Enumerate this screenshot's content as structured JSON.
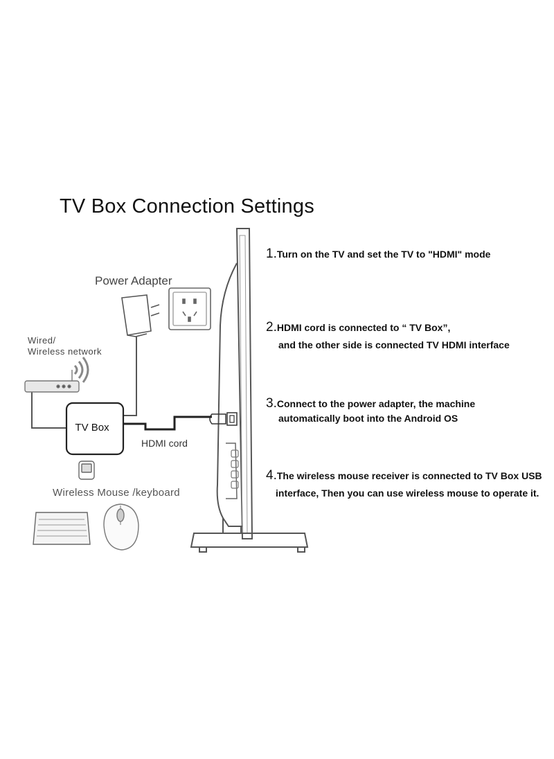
{
  "title": "TV Box Connection Settings",
  "labels": {
    "power_adapter": "Power Adapter",
    "wired_line1": "Wired/",
    "wired_line2": "Wireless network",
    "tv_box": "TV Box",
    "hdmi_cord": "HDMI cord",
    "wireless_mouse_keyboard": "Wireless Mouse /keyboard"
  },
  "steps": [
    {
      "num": "1.",
      "line1": "Turn on the TV and set the TV to \"HDMI\" mode",
      "line2": ""
    },
    {
      "num": "2.",
      "line1": "HDMI cord is connected to “ TV Box”,",
      "line2": "and the other side is connected TV HDMI interface"
    },
    {
      "num": "3.",
      "line1": "Connect to the power adapter, the machine",
      "line2": "automatically boot into the Android OS"
    },
    {
      "num": "4.",
      "line1": "The wireless mouse receiver is connected to TV Box USB",
      "line2": "interface, Then you can use wireless mouse to operate it."
    }
  ],
  "icons": [
    "power-adapter-icon",
    "wall-socket-icon",
    "router-icon",
    "wifi-icon",
    "usb-receiver-icon",
    "keyboard-icon",
    "mouse-icon",
    "tv-icon"
  ]
}
